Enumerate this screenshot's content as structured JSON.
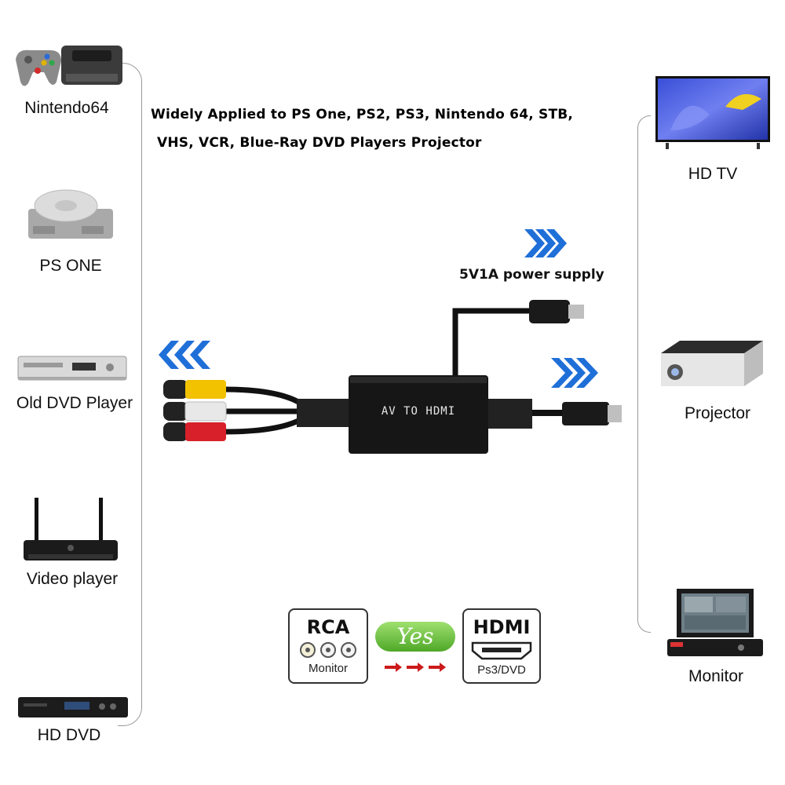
{
  "headline": {
    "line1": "Widely Applied to PS One, PS2, PS3, Nintendo 64, STB,",
    "line2": "VHS, VCR, Blue-Ray DVD Players Projector"
  },
  "source_devices": [
    {
      "label": "Nintendo64",
      "icon": "nintendo64-console-icon"
    },
    {
      "label": "PS ONE",
      "icon": "ps-one-console-icon"
    },
    {
      "label": "Old DVD Player",
      "icon": "dvd-player-icon"
    },
    {
      "label": "Video player",
      "icon": "video-player-router-icon"
    },
    {
      "label": "HD DVD",
      "icon": "hd-dvd-player-icon"
    }
  ],
  "display_devices": [
    {
      "label": "HD TV",
      "icon": "hd-tv-icon"
    },
    {
      "label": "Projector",
      "icon": "projector-icon"
    },
    {
      "label": "Monitor",
      "icon": "monitor-icon"
    }
  ],
  "converter": {
    "label": "AV TO HDMI",
    "power_label": "5V1A power supply"
  },
  "signal_box": {
    "rca_title": "RCA",
    "rca_sub": "Monitor",
    "yes_label": "Yes",
    "hdmi_title": "HDMI",
    "hdmi_sub": "Ps3/DVD"
  },
  "colors": {
    "arrow_blue": "#1f6fd8",
    "yes_green": "#6cc23a",
    "rca_yellow": "#f2c200",
    "rca_white": "#e8e8e8",
    "rca_red": "#d8202a",
    "red_arrows": "#cc1a1a"
  }
}
